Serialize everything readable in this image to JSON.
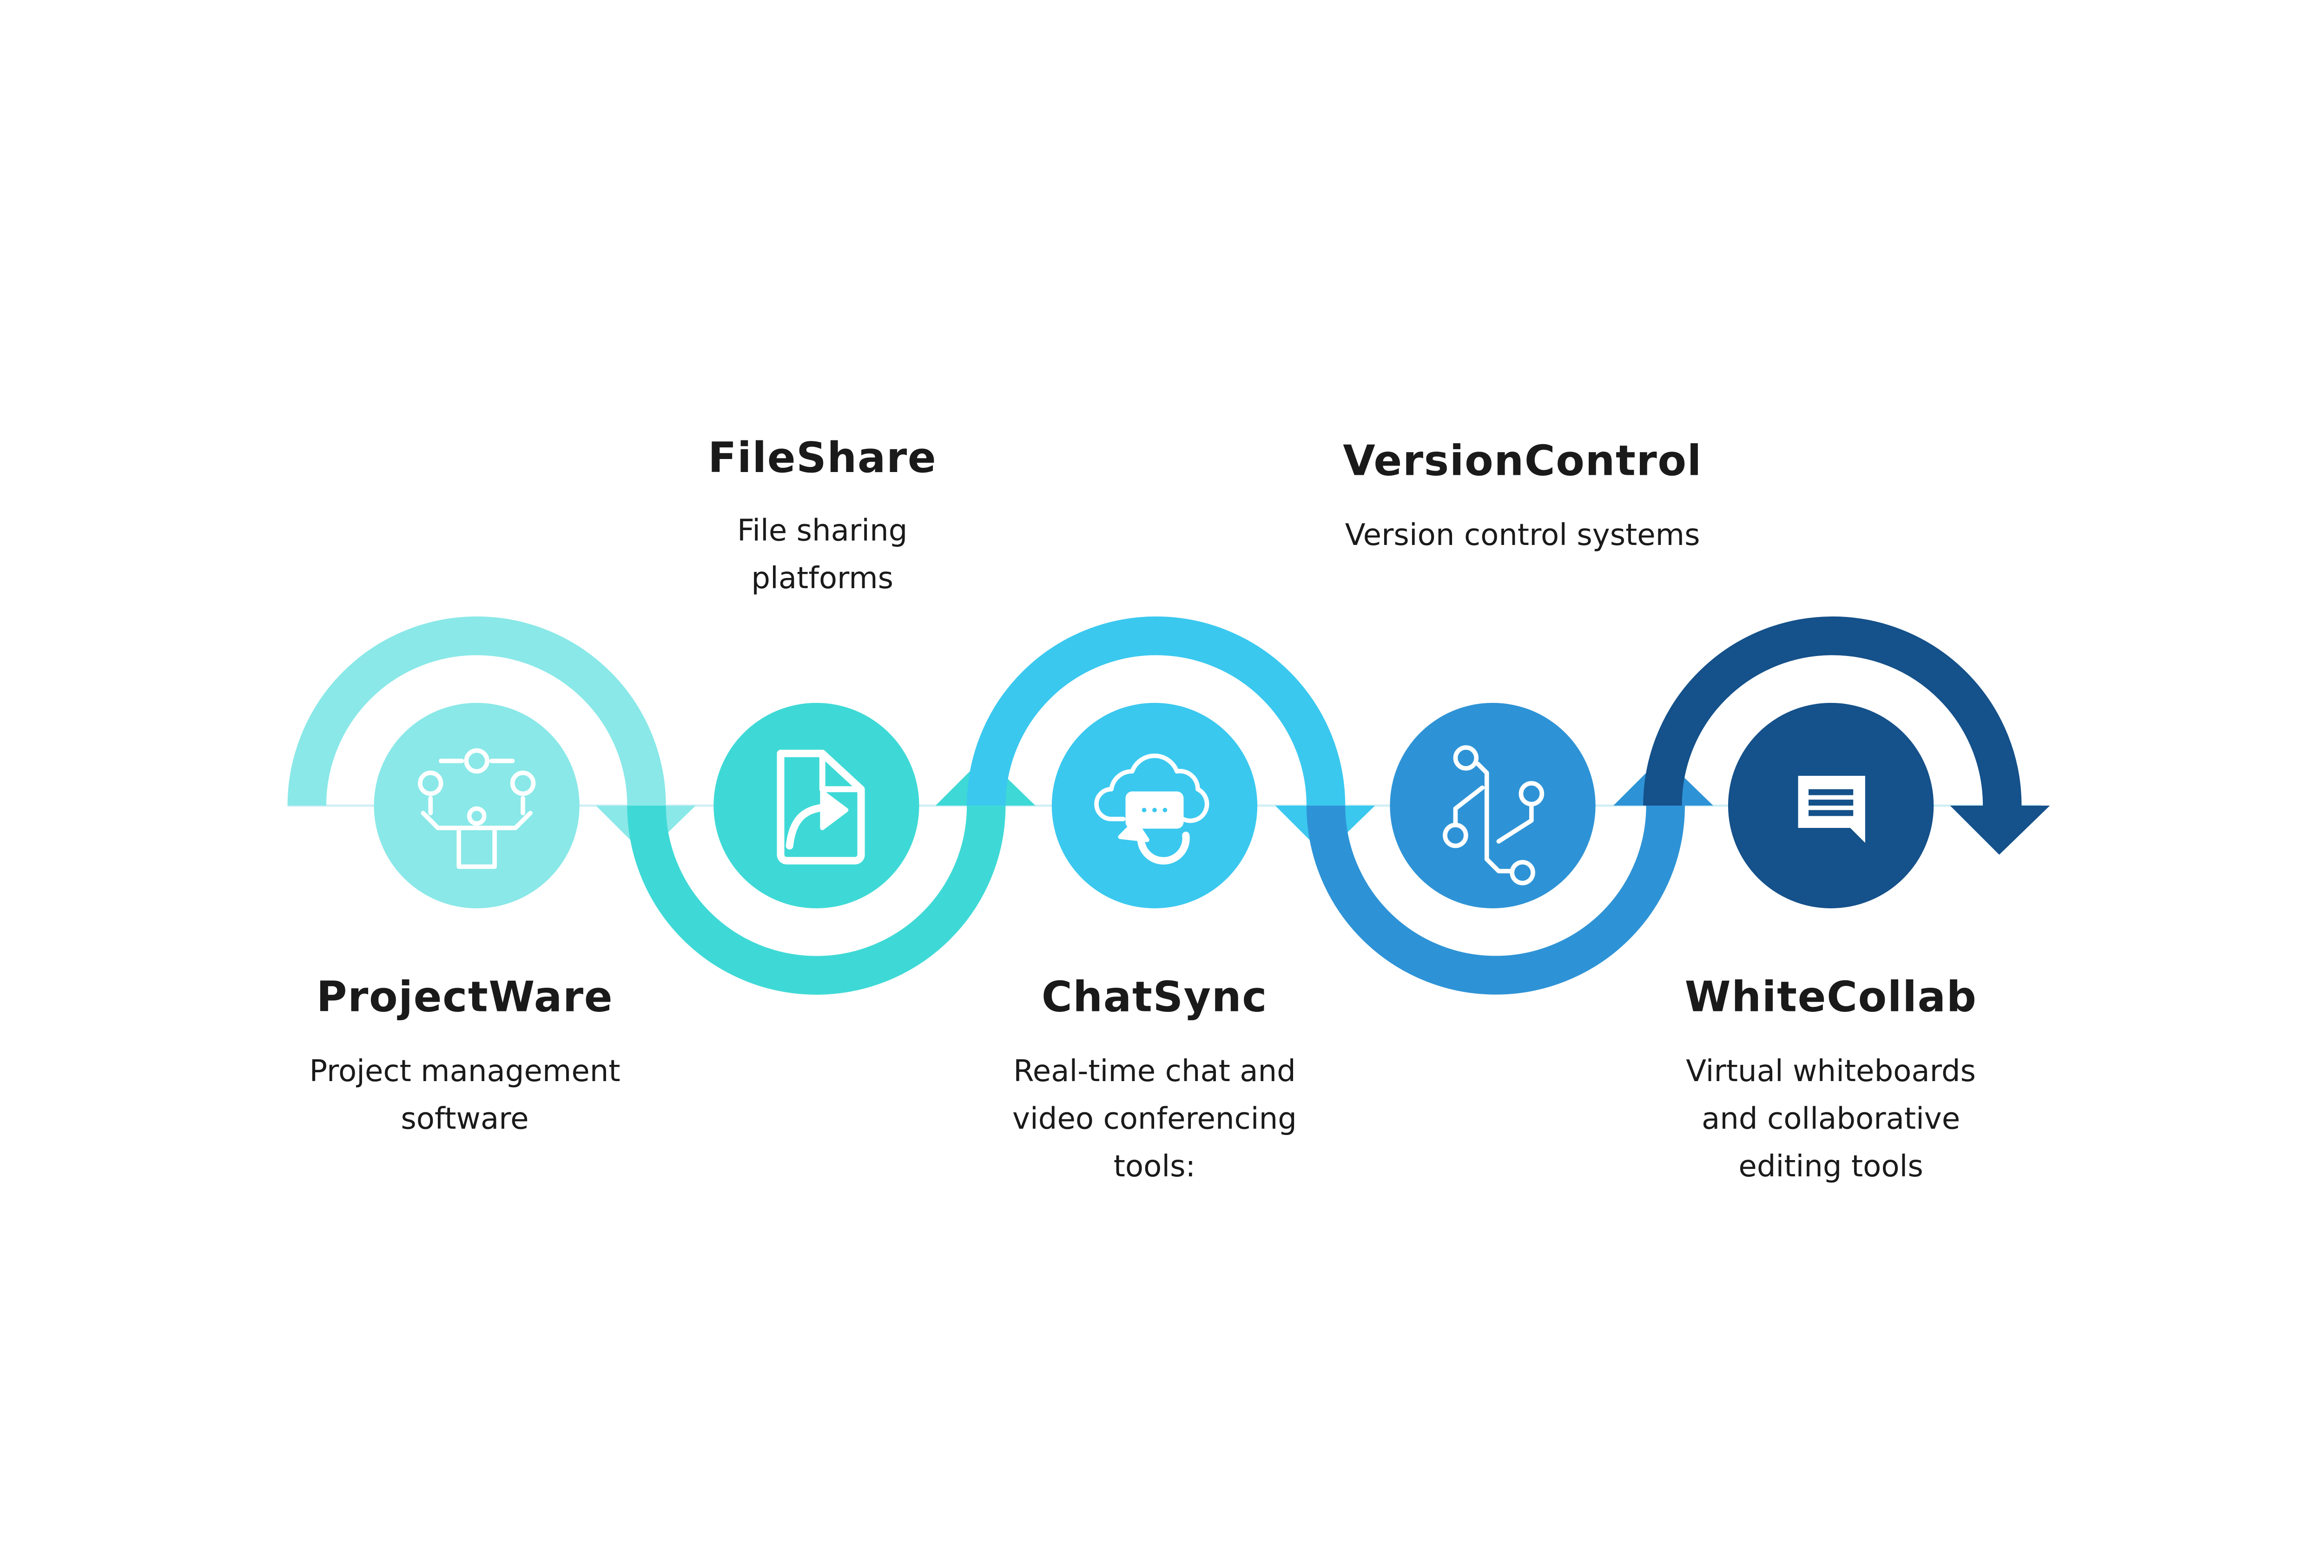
{
  "steps": [
    {
      "title": "ProjectWare",
      "desc": [
        "Project management",
        "software"
      ],
      "icon": "juggling-gears-icon",
      "color": "#8AE8E8"
    },
    {
      "title": "FileShare",
      "desc": [
        "File sharing",
        "platforms"
      ],
      "icon": "file-share-icon",
      "color": "#3ED9D6"
    },
    {
      "title": "ChatSync",
      "desc": [
        "Real-time chat and",
        "video conferencing",
        "tools:"
      ],
      "icon": "cloud-chat-icon",
      "color": "#3AC8EF"
    },
    {
      "title": "VersionControl",
      "desc": [
        "Version control systems"
      ],
      "icon": "git-branch-icon",
      "color": "#2E93D6"
    },
    {
      "title": "WhiteCollab",
      "desc": [
        "Virtual whiteboards",
        "and collaborative",
        "editing tools"
      ],
      "icon": "message-icon",
      "color": "#15518A"
    }
  ]
}
